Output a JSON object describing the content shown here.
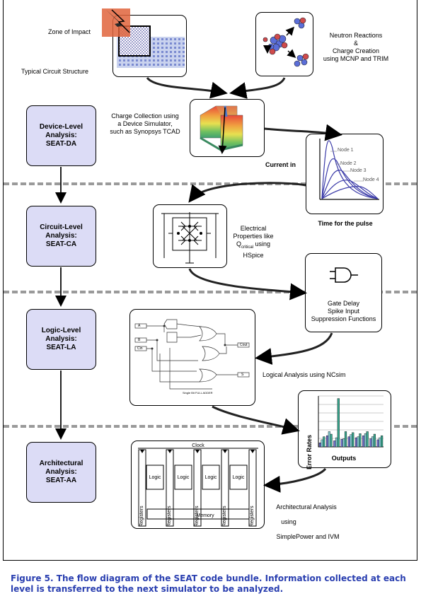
{
  "top": {
    "zone_of_impact": "Zone of Impact",
    "typical_circuit": "Typical Circuit Structure",
    "neutron_reactions": [
      "Neutron Reactions",
      "&",
      "Charge Creation",
      "using MCNP and TRIM"
    ]
  },
  "device": {
    "level_label": [
      "Device-Level",
      "Analysis:",
      "SEAT-DA"
    ],
    "charge_collection": [
      "Charge Collection using",
      "a Device Simulator,",
      "such as Synopsys TCAD"
    ],
    "current_in": "Current in",
    "time_for_pulse": "Time for the pulse",
    "nodes": [
      "Node 1",
      "Node 2",
      "Node 3",
      "Node 4"
    ]
  },
  "circuit": {
    "level_label": [
      "Circuit-Level",
      "Analysis:",
      "SEAT-CA"
    ],
    "electrical_1": "Electrical",
    "electrical_2": "Properties like",
    "q_prefix": "Q",
    "q_sub": "critical",
    "q_suffix": " using",
    "hspice": "HSpice",
    "gate_delay": [
      "Gate Delay",
      "Spike Input",
      "Suppression Functions"
    ]
  },
  "logic": {
    "level_label": [
      "Logic-Level",
      "Analysis:",
      "SEAT-LA"
    ],
    "logical_analysis": "Logical Analysis using NCsim",
    "adder_title": "Single Bit FULL ADDER",
    "inputs": [
      "A",
      "B",
      "Cin"
    ],
    "outputs": [
      "Cout",
      "S"
    ],
    "error_rates": "Error Rates",
    "outputs_label": "Outputs",
    "error_chart_values": [
      [
        0.08,
        0.22,
        0.12,
        0.15,
        0.2,
        0.18,
        0.22,
        0.16,
        0.14
      ],
      [
        0.14,
        0.3,
        0.18,
        0.16,
        0.24,
        0.2,
        0.26,
        0.2,
        0.18
      ],
      [
        0.2,
        0.25,
        0.95,
        0.3,
        0.28,
        0.26,
        0.3,
        0.25,
        0.22
      ]
    ]
  },
  "arch": {
    "level_label": [
      "Architectural",
      "Analysis:",
      "SEAT-AA"
    ],
    "clock": "Clock",
    "logic": [
      "Logic",
      "Logic",
      "Logic",
      "Logic"
    ],
    "registers": [
      "Registers",
      "Registers",
      "Registers",
      "Registers",
      "Registers"
    ],
    "memory": "Memory",
    "analysis_lines": [
      "Architectural Analysis",
      "using",
      "SimplePower and IVM"
    ]
  },
  "caption": "Figure 5. The flow diagram of the SEAT code bundle. Information collected at each level is transferred to the next simulator to be analyzed.",
  "colors": {
    "level_fill": "#dcdcf6",
    "caption_blue": "#2a3fb0",
    "separator": "#9a9a9a"
  }
}
